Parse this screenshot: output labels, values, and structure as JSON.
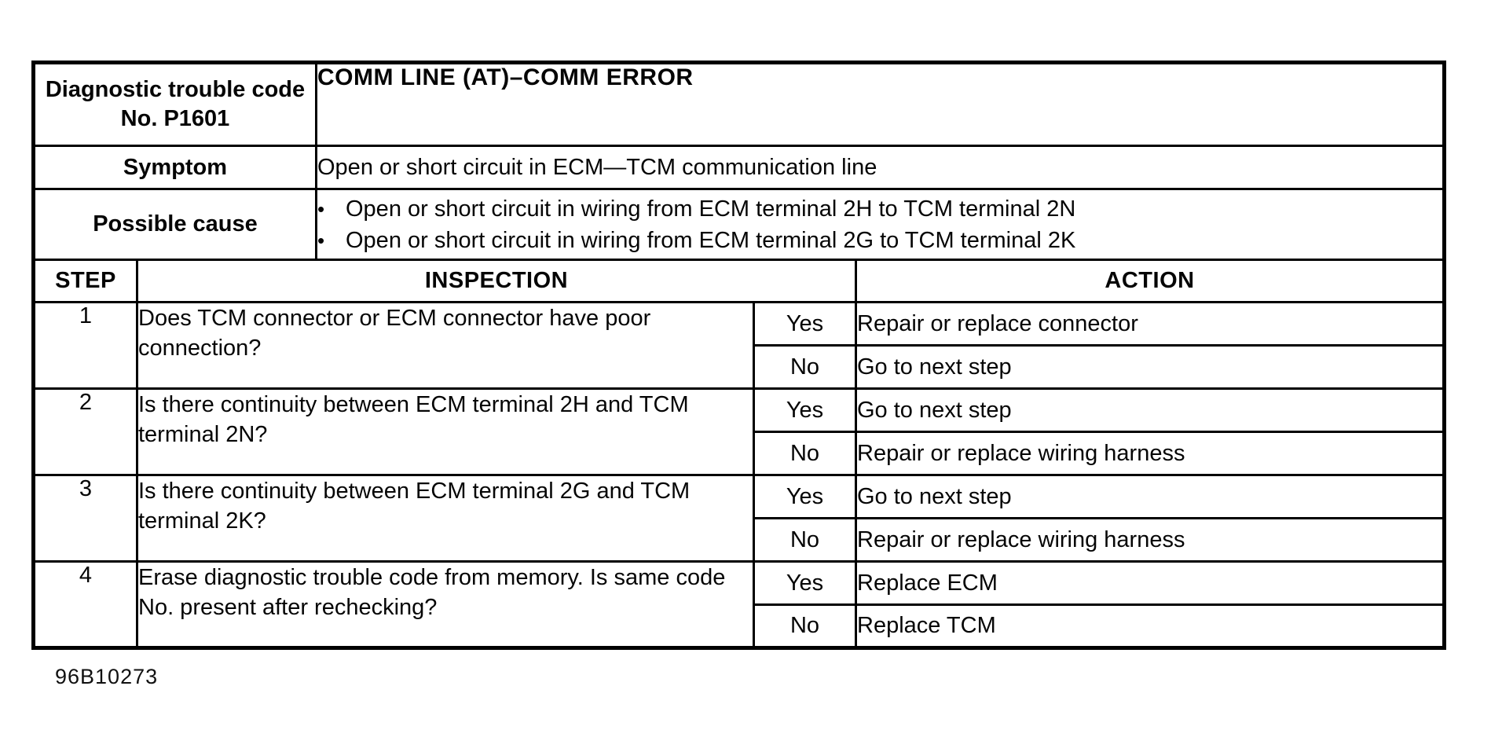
{
  "page": {
    "background": "#ffffff",
    "ink": "#000000",
    "figure_code": "96B10273"
  },
  "info": {
    "dtc_label": "Diagnostic trouble code No. P1601",
    "dtc_title": "COMM LINE (AT)–COMM ERROR",
    "symptom_label": "Symptom",
    "symptom_value": "Open or short circuit in ECM—TCM communication line",
    "cause_label": "Possible cause",
    "bullet_char": "•",
    "cause_bullets": [
      "Open or short circuit in wiring from ECM terminal 2H to TCM terminal 2N",
      "Open or short circuit in wiring from ECM terminal 2G to TCM terminal 2K"
    ]
  },
  "steps": {
    "col_step": "STEP",
    "col_inspection": "INSPECTION",
    "col_action": "ACTION",
    "yes_label": "Yes",
    "no_label": "No",
    "rows": [
      {
        "step": "1",
        "inspection": "Does TCM connector or ECM connector have poor connection?",
        "yes_action": "Repair or replace connector",
        "no_action": "Go to next step"
      },
      {
        "step": "2",
        "inspection": "Is there continuity between ECM terminal 2H and TCM terminal 2N?",
        "yes_action": "Go to next step",
        "no_action": "Repair or replace wiring harness"
      },
      {
        "step": "3",
        "inspection": "Is there continuity between ECM terminal 2G and TCM terminal 2K?",
        "yes_action": "Go to next step",
        "no_action": "Repair or replace wiring harness"
      },
      {
        "step": "4",
        "inspection": "Erase diagnostic trouble code from memory. Is same code No. present after rechecking?",
        "yes_action": "Replace ECM",
        "no_action": "Replace TCM"
      }
    ]
  }
}
